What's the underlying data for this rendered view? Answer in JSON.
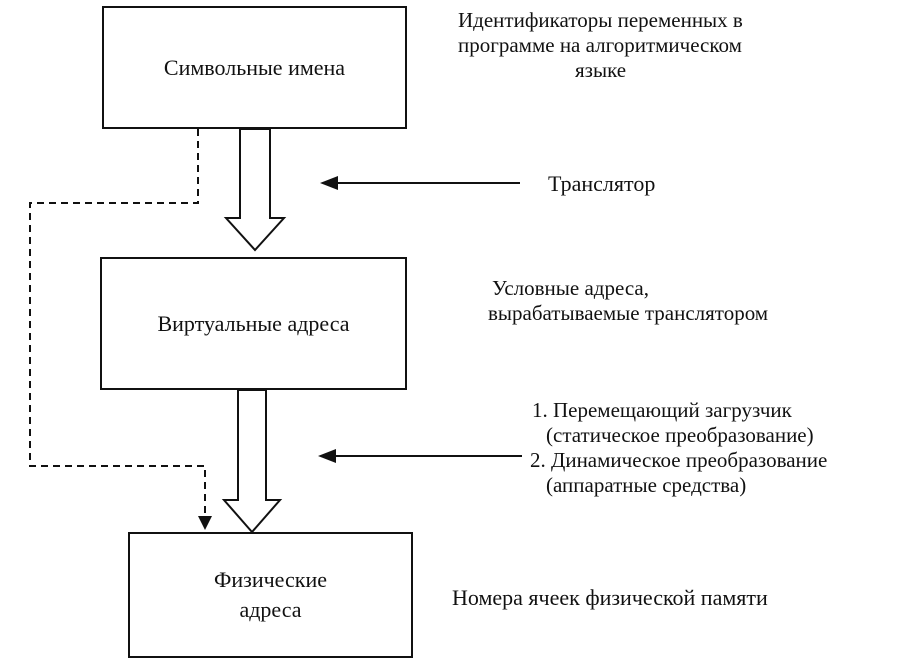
{
  "boxes": {
    "symbolic": "Символьные имена",
    "virtual": "Виртуальные адреса",
    "physical_line1": "Физические",
    "physical_line2": "адреса"
  },
  "notes": {
    "identifiers": [
      "Идентификаторы переменных в",
      "программе на алгоритмическом",
      "языке"
    ],
    "translator": "Транслятор",
    "conditional": [
      "Условные адреса,",
      "вырабатываемые транслятором"
    ],
    "loaders": [
      "1. Перемещающий загрузчик",
      "(статическое преобразование)",
      "2. Динамическое преобразование",
      "(аппаратные средства)"
    ],
    "memory": "Номера ячеек физической памяти"
  }
}
